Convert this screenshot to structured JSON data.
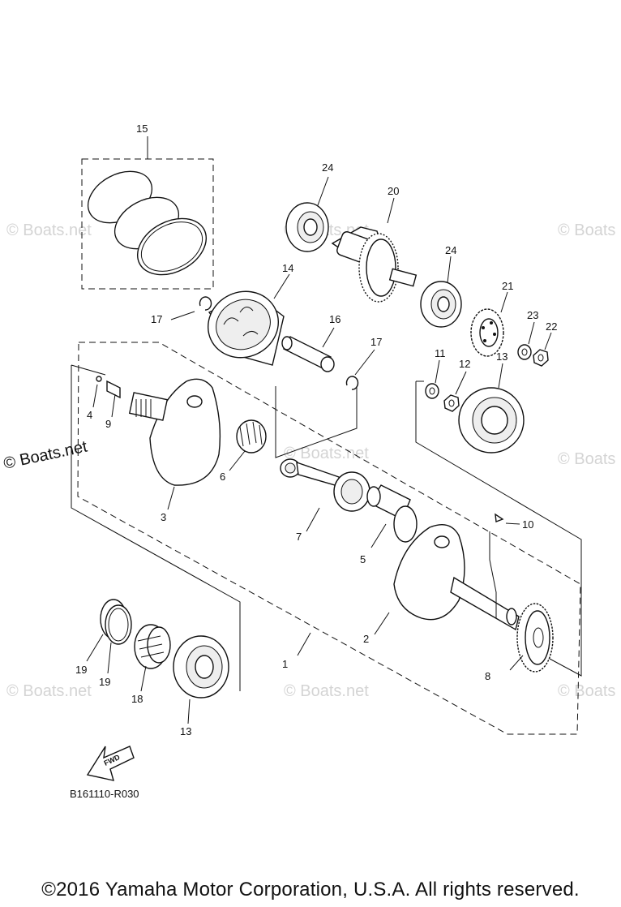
{
  "watermarks": {
    "left_large": "© Boats.net",
    "faint": "© Boats.net",
    "faint_right": "© Boats"
  },
  "diagram_code": "B161110-R030",
  "fwd_label": "FWD",
  "copyright": "©2016 Yamaha Motor Corporation, U.S.A. All rights reserved.",
  "callouts": {
    "c1": "1",
    "c2": "2",
    "c3": "3",
    "c4": "4",
    "c5": "5",
    "c6": "6",
    "c7": "7",
    "c8": "8",
    "c9": "9",
    "c10": "10",
    "c11": "11",
    "c12": "12",
    "c13a": "13",
    "c13b": "13",
    "c14": "14",
    "c15": "15",
    "c16": "16",
    "c17a": "17",
    "c17b": "17",
    "c18": "18",
    "c19a": "19",
    "c19b": "19",
    "c20": "20",
    "c21": "21",
    "c22": "22",
    "c23": "23",
    "c24a": "24",
    "c24b": "24"
  }
}
